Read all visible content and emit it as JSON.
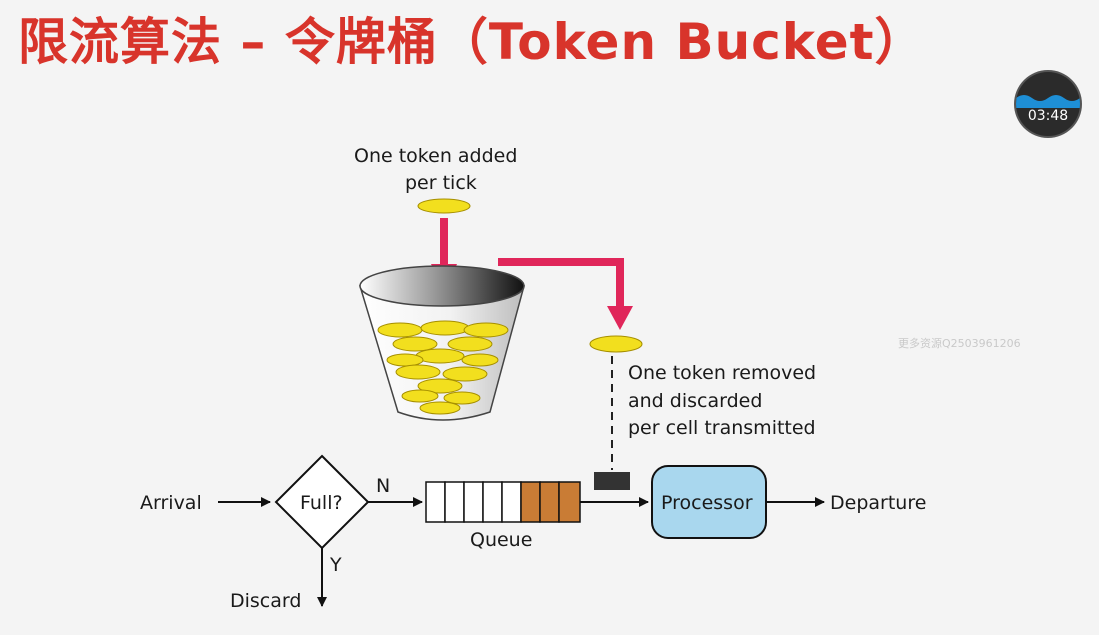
{
  "title": "限流算法 – 令牌桶（Token Bucket）",
  "timer": "03:48",
  "watermark": "更多资源Q2503961206",
  "diagram": {
    "token_added_line1": "One token added",
    "token_added_line2": "per tick",
    "token_removed_line1": "One token removed",
    "token_removed_line2": "and discarded",
    "token_removed_line3": "per cell transmitted",
    "arrival": "Arrival",
    "decision": "Full?",
    "no_label": "N",
    "yes_label": "Y",
    "queue": "Queue",
    "processor": "Processor",
    "departure": "Departure",
    "discard": "Discard"
  },
  "colors": {
    "title": "#d8342b",
    "token_arrow": "#e0265a",
    "token": "#f2df1e",
    "queue_filled": "#c97c35",
    "processor_fill": "#a9d7ee"
  }
}
